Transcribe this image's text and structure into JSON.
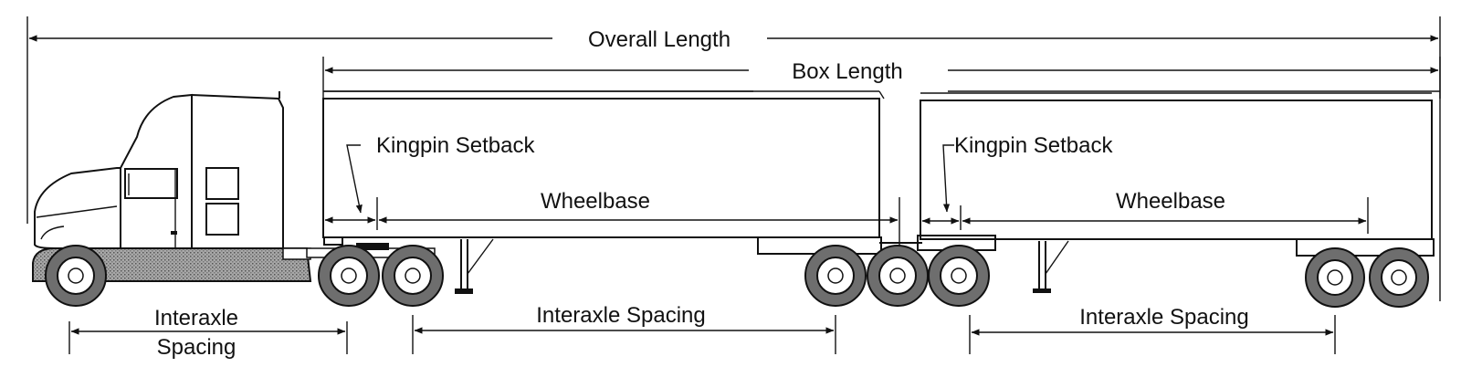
{
  "labels": {
    "overall_length": "Overall Length",
    "box_length": "Box Length",
    "kingpin_setback_1": "Kingpin Setback",
    "kingpin_setback_2": "Kingpin Setback",
    "wheelbase_1": "Wheelbase",
    "wheelbase_2": "Wheelbase",
    "interaxle_tractor_line1": "Interaxle",
    "interaxle_tractor_line2": "Spacing",
    "interaxle_trailer1": "Interaxle Spacing",
    "interaxle_trailer2": "Interaxle Spacing"
  },
  "colors": {
    "ink": "#111111",
    "tire": "#6e6e6e",
    "chassis": "#9a9a9a",
    "background": "#ffffff"
  }
}
